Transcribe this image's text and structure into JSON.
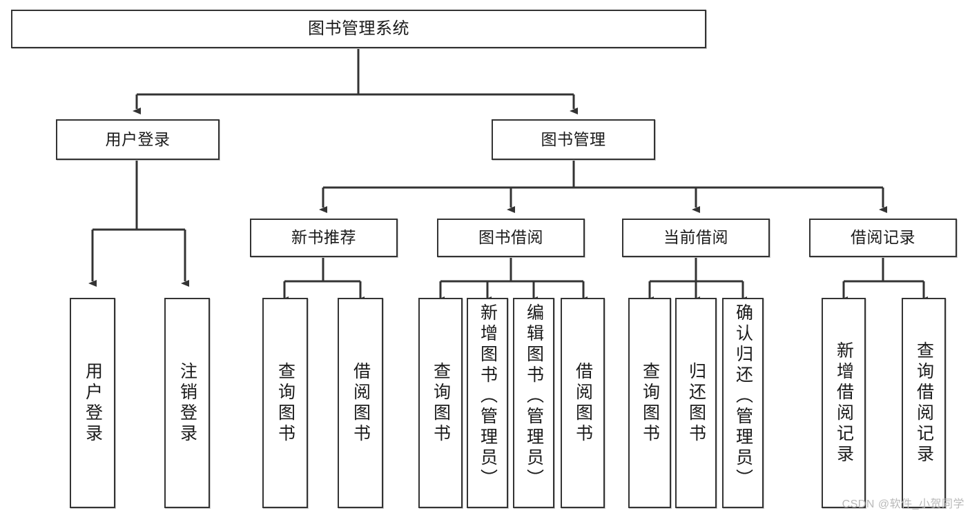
{
  "diagram": {
    "title": "图书管理系统",
    "type": "tree-hierarchy-chart",
    "root": {
      "label": "图书管理系统"
    },
    "level2": [
      {
        "label": "用户登录"
      },
      {
        "label": "图书管理"
      }
    ],
    "level3": [
      {
        "label": "新书推荐"
      },
      {
        "label": "图书借阅"
      },
      {
        "label": "当前借阅"
      },
      {
        "label": "借阅记录"
      }
    ],
    "leaves": {
      "user_login": [
        {
          "label": "用户登录"
        },
        {
          "label": "注销登录"
        }
      ],
      "new_book_recommend": [
        {
          "label": "查询图书"
        },
        {
          "label": "借阅图书"
        }
      ],
      "book_borrow": [
        {
          "label": "查询图书"
        },
        {
          "label": "新增图书（管理员）"
        },
        {
          "label": "编辑图书（管理员）"
        },
        {
          "label": "借阅图书"
        }
      ],
      "current_borrow": [
        {
          "label": "查询图书"
        },
        {
          "label": "归还图书"
        },
        {
          "label": "确认归还（管理员）"
        }
      ],
      "borrow_record": [
        {
          "label": "新增借阅记录"
        },
        {
          "label": "查询借阅记录"
        }
      ]
    }
  },
  "watermark": {
    "text": "CSDN @软件_小贺同学"
  },
  "colors": {
    "node_border": "#333333",
    "node_fill": "#ffffff",
    "edge": "#333333",
    "text": "#1a1a1a",
    "watermark": "#b9b9b9"
  }
}
